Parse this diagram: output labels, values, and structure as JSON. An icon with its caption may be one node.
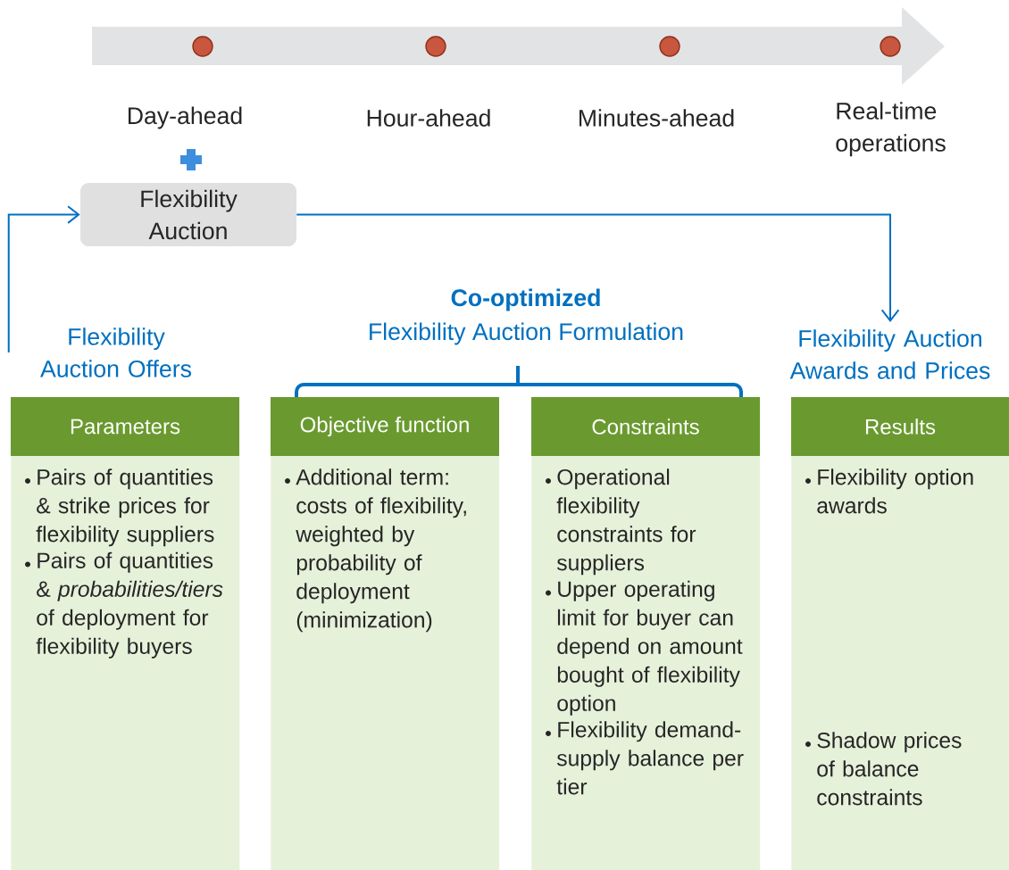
{
  "diagram": {
    "nodes": [
      {
        "text": [
          "Flexibility Auction"
        ]
      },
      {
        "text": [
          "Flexibility Auction Offers"
        ]
      },
      {
        "text": [
          "Flexibility Auction Awards and Prices"
        ]
      },
      {
        "text": [
          "Parameters",
          "Pairs of quantities & strike prices for flexibility suppliers",
          "Pairs of quantities & *probabilities/tiers* of deployment for flexibility buyers"
        ]
      },
      {
        "text": [
          "Objective function",
          "Additional term: costs of flexibility, weighted by probability of deployment (minimization)"
        ]
      },
      {
        "text": [
          "Constraints",
          "Operational flexibility constraints for suppliers",
          "Upper operating limit for buyer can depend on amount bought of flexibility option",
          "Flexibility demand-supply balance per tier"
        ]
      },
      {
        "text": [
          "Results",
          "Flexibility option awards",
          "Shadow prices of balance constraints"
        ]
      }
    ],
    "edges": [
      {
        "from": 1,
        "to": 0,
        "arrow": "to"
      },
      {
        "from": 0,
        "to": 2,
        "arrow": "to"
      }
    ],
    "labels": [
      "Day-ahead",
      "Hour-ahead",
      "Minutes-ahead",
      "Real-time operations",
      "Co-optimized",
      "Flexibility Auction Formulation"
    ]
  }
}
